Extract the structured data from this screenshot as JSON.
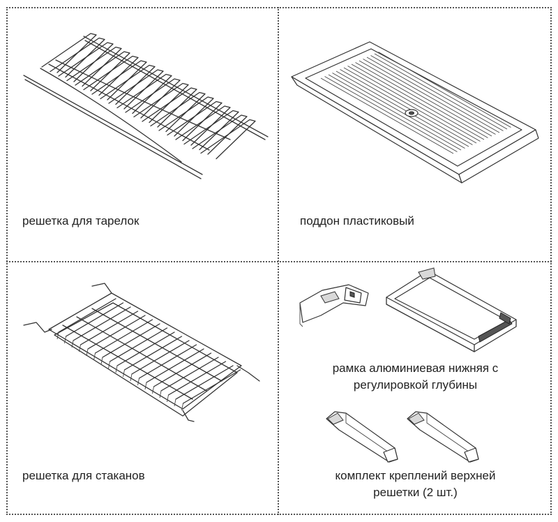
{
  "items": [
    {
      "label": "решетка для тарелок",
      "icon": "plate-rack-icon"
    },
    {
      "label": "поддон пластиковый",
      "icon": "plastic-tray-icon"
    },
    {
      "label": "решетка для стаканов",
      "icon": "glass-rack-icon"
    },
    {
      "label_line1": "рамка алюминиевая нижняя с",
      "label_line2": "регулировкой глубины",
      "icon": "aluminum-frame-icon"
    },
    {
      "label_line1": "комплект креплений верхней",
      "label_line2": "решетки (2 шт.)",
      "icon": "mounting-bracket-icon"
    }
  ]
}
